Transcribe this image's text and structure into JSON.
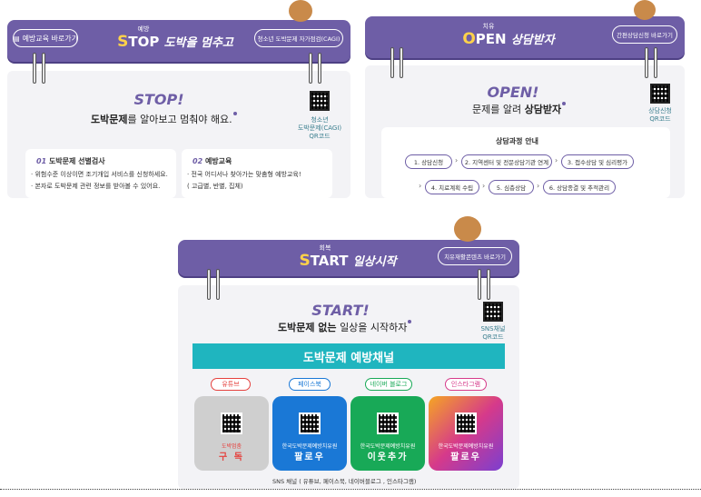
{
  "stop_panel": {
    "small_label": "예방",
    "title_initial": "S",
    "title_rest": "TOP",
    "title_tail": "도박을 멈추고",
    "left_button": "예방교육 바로가기",
    "right_button": "청소년 도박문제 자가점검(CAGI)",
    "heading": "STOP!",
    "subtitle_bold": "도박문제",
    "subtitle_rest": "를 알아보고 멈춰야 해요.",
    "qr_caption_1": "청소년",
    "qr_caption_2": "도박문제(CAGI)",
    "qr_caption_3": "QR코드",
    "box1": {
      "num": "01",
      "title": "도박문제 선별검사",
      "line1": "· 위험수준 이상이면 조기개입 서비스를 신청하세요.",
      "line2": "· 본자로 도박문제 관련 정보를 받아볼 수 있어요."
    },
    "box2": {
      "num": "02",
      "title": "예방교육",
      "line1": "· 전국 어디서나 찾아가는 맞춤형 예방교육!",
      "line2": "( 고급별, 반별, 집체)"
    }
  },
  "open_panel": {
    "small_label": "치유",
    "title_initial": "O",
    "title_rest": "PEN",
    "title_tail": "상담받자",
    "right_button": "간편상담신청 바로가기",
    "heading": "OPEN!",
    "subtitle_pre": "문제를 알려",
    "subtitle_bold": "상담받자",
    "qr_caption_1": "상담신청",
    "qr_caption_2": "QR코드",
    "process_title": "상담과정 안내",
    "steps": [
      "1. 상담신청",
      "2. 지역센터 및 전문상담기관 연계",
      "3. 접수상담 및 심리평가",
      "4. 치료계획 수립",
      "5. 심층상담",
      "6. 상담종결 및 추적관리"
    ]
  },
  "start_panel": {
    "small_label": "회복",
    "title_initial": "S",
    "title_rest": "TART",
    "title_tail": "일상시작",
    "right_button": "치유재활콘텐츠 바로가기",
    "heading": "START!",
    "subtitle_bold": "도박문제 없는",
    "subtitle_rest": "일상을 시작하자",
    "qr_caption_1": "SNS채널",
    "qr_caption_2": "QR코드",
    "banner": "도박문제 예방채널",
    "channels": [
      {
        "label": "유튜브",
        "name": "도박멈춤",
        "action": "구 독",
        "color": "#e5413e"
      },
      {
        "label": "페이스북",
        "name": "한국도박문제예방치유원",
        "action": "팔로우",
        "color": "#1a78d6"
      },
      {
        "label": "네이버 블로그",
        "name": "한국도박문제예방치유원",
        "action": "이웃추가",
        "color": "#18a957"
      },
      {
        "label": "인스타그램",
        "name": "한국도박문제예방치유원",
        "action": "팔로우",
        "color": "#d63a8a"
      }
    ],
    "footnote": "SNS 채널 ( 유튜브, 페이스북, 네이버블로그 , 인스타그램)"
  },
  "colors": {
    "header_purple": "#6e5ea6",
    "accent_yellow": "#ffd24a",
    "banner_teal": "#1fb5bf"
  }
}
